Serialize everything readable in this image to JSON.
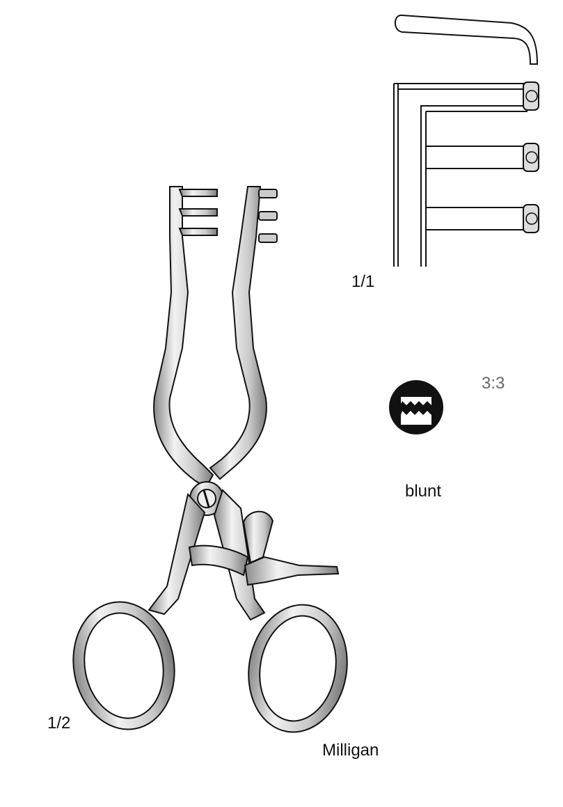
{
  "labels": {
    "detail_scale": "1/1",
    "instrument_scale": "1/2",
    "teeth_ratio": "3:3",
    "tip_type": "blunt",
    "instrument_name": "Milligan"
  },
  "icons": {
    "tip_detail": "prong-tip-detail-icon",
    "blunt_teeth": "blunt-teeth-icon",
    "retractor": "retractor-illustration"
  },
  "colors": {
    "ink": "#111111",
    "steel_light": "#e8e8e8",
    "steel_mid": "#bdbdbd",
    "steel_dark": "#6e6e6e",
    "ratio_text": "#666666"
  }
}
